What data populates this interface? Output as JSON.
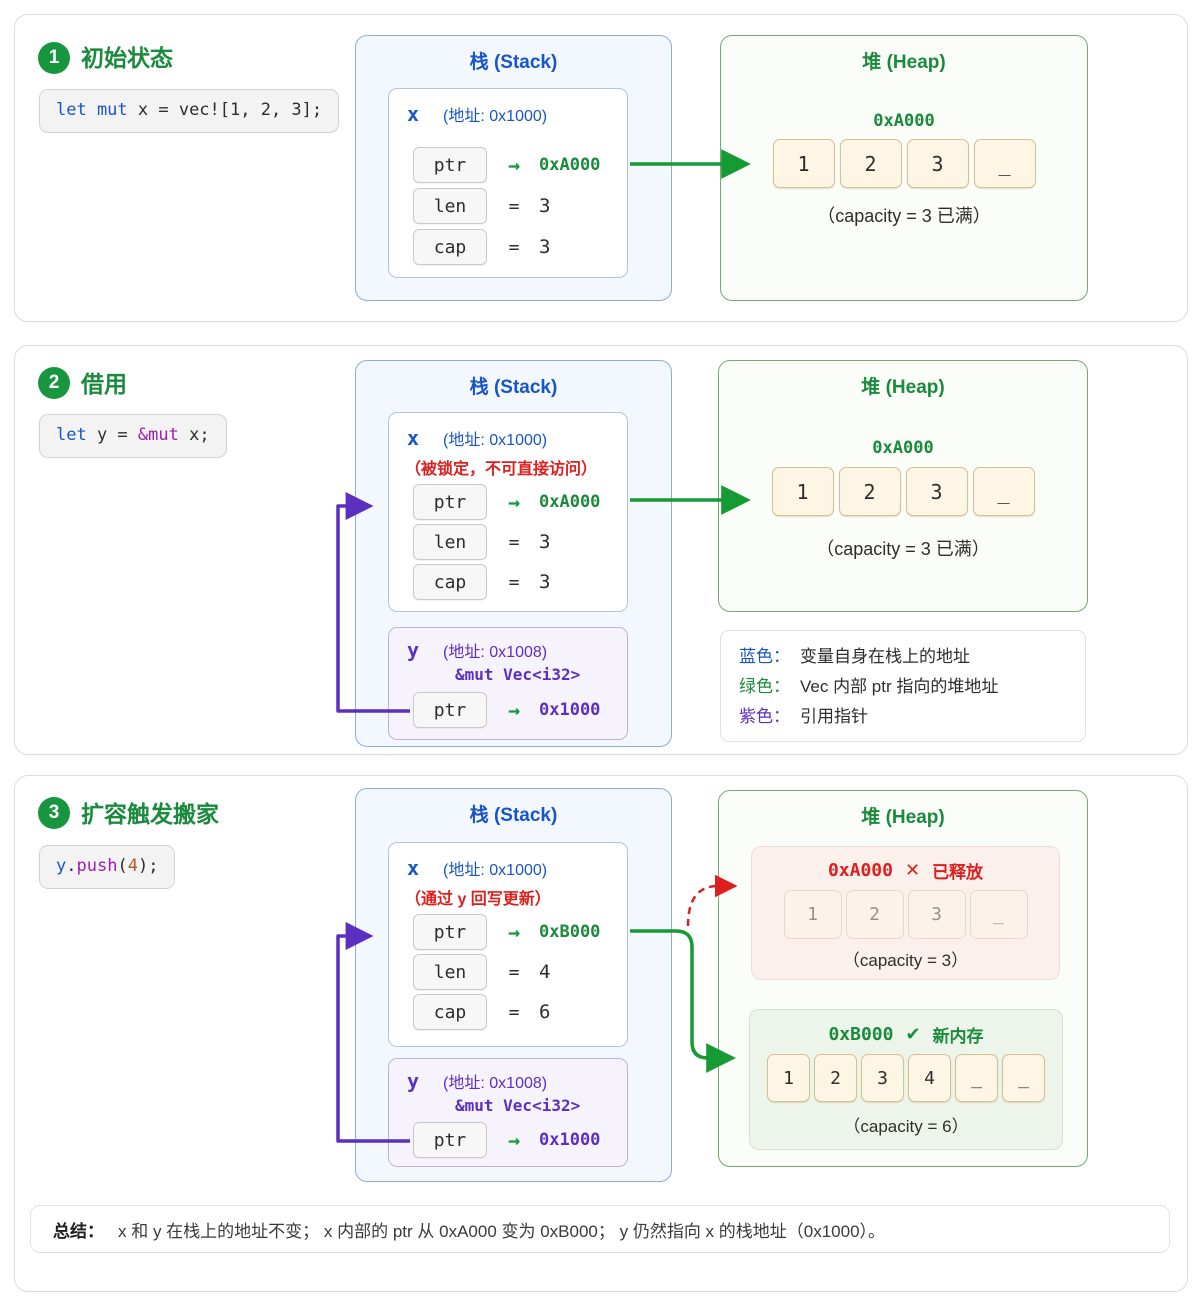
{
  "labels": {
    "stack_title": "栈 (Stack)",
    "heap_title": "堆 (Heap)",
    "x_name": "x",
    "y_name": "y",
    "x_addr": "(地址: 0x1000)",
    "y_addr": "(地址: 0x1008)",
    "y_type": "&mut Vec<i32>",
    "arrow": "→",
    "eq": "="
  },
  "colors": {
    "green": "#1a8a3c",
    "arrow_green": "#169a34",
    "blue": "#1954c8",
    "purple": "#5b2fc0",
    "code_purple": "#a21caf",
    "red": "#df1f1f",
    "number_orange": "#b05a28"
  },
  "sections": [
    {
      "badge": "1",
      "title": "初始状态",
      "code": {
        "t1": "let mut",
        "t2": " x = vec![1, 2, 3];"
      },
      "x_rows": {
        "ptr": {
          "label": "ptr",
          "value": "0xA000"
        },
        "len": {
          "label": "len",
          "value": "3"
        },
        "cap": {
          "label": "cap",
          "value": "3"
        }
      },
      "heap": {
        "address": "0xA000",
        "cells": [
          "1",
          "2",
          "3",
          "_"
        ],
        "caption": "（capacity = 3 已满）"
      }
    },
    {
      "badge": "2",
      "title": "借用",
      "code": {
        "t1": "let",
        "t2": " y = ",
        "t3": "&mut",
        "t4": " x;"
      },
      "x_note": "（被锁定，不可直接访问）",
      "x_rows": {
        "ptr": {
          "label": "ptr",
          "value": "0xA000"
        },
        "len": {
          "label": "len",
          "value": "3"
        },
        "cap": {
          "label": "cap",
          "value": "3"
        }
      },
      "y_rows": {
        "ptr": {
          "label": "ptr",
          "value": "0x1000"
        }
      },
      "heap": {
        "address": "0xA000",
        "cells": [
          "1",
          "2",
          "3",
          "_"
        ],
        "caption": "（capacity = 3 已满）"
      },
      "legend": [
        {
          "term": "蓝色：",
          "desc": "变量自身在栈上的地址"
        },
        {
          "term": "绿色：",
          "desc": "Vec 内部 ptr 指向的堆地址"
        },
        {
          "term": "紫色：",
          "desc": "引用指针"
        }
      ]
    },
    {
      "badge": "3",
      "title": "扩容触发搬家",
      "code": {
        "t1": "y",
        "t2": ".",
        "t3": "push",
        "t4": "(",
        "t5": "4",
        "t6": ");"
      },
      "x_note": "（通过 y 回写更新）",
      "x_rows": {
        "ptr": {
          "label": "ptr",
          "value": "0xB000"
        },
        "len": {
          "label": "len",
          "value": "4"
        },
        "cap": {
          "label": "cap",
          "value": "6"
        }
      },
      "y_rows": {
        "ptr": {
          "label": "ptr",
          "value": "0x1000"
        }
      },
      "heap_freed": {
        "address": "0xA000",
        "mark": "✕",
        "label": "已释放",
        "cells": [
          "1",
          "2",
          "3",
          "_"
        ],
        "caption": "（capacity = 3）"
      },
      "heap_new": {
        "address": "0xB000",
        "mark": "✔",
        "label": "新内存",
        "cells": [
          "1",
          "2",
          "3",
          "4",
          "_",
          "_"
        ],
        "caption": "（capacity = 6）"
      }
    }
  ],
  "summary": {
    "label": "总结：",
    "text": "x 和 y 在栈上的地址不变； x 内部的 ptr 从 0xA000 变为 0xB000； y 仍然指向 x 的栈地址（0x1000）。"
  }
}
